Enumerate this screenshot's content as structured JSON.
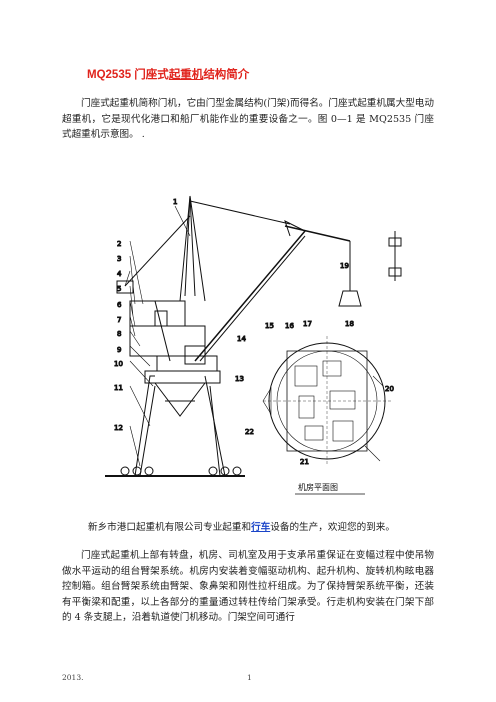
{
  "title": {
    "prefix": "MQ2535 门座式",
    "link": "起重机",
    "suffix": "结构简介"
  },
  "paragraph1": "门座式起重机简称门机，它由门型金属结构(门架)而得名。门座式起重机属大型电动超重机，它是现代化港口和船厂机能作业的重要设备之一。图 0—1 是 MQ2535 门座式超重机示意图。 .",
  "figure": {
    "labels": [
      "1",
      "2",
      "3",
      "4",
      "5",
      "6",
      "7",
      "8",
      "9",
      "10",
      "11",
      "12",
      "13",
      "14",
      "15",
      "16",
      "17",
      "18",
      "19",
      "20",
      "21",
      "22"
    ],
    "plan_caption": "机房平面图"
  },
  "caption": {
    "before": "新乡市港口起重机有限公司专业起重和",
    "link": "行车",
    "after": "设备的生产，欢迎您的到来。"
  },
  "paragraph2": "门座式起重机上部有转盘，机房、司机室及用于支承吊重保证在变幅过程中使吊物做水平运动的组台臂架系统。机房内安装着变幅驱动机构、起升机构、旋转机构眩电器控制箱。组台臂架系统由臂架、象鼻架和刚性拉杆组成。为了保持臂架系统平衡，还装有平衡梁和配重，以上各部分的重量通过转柱传给门架承受。行走机构安装在门架下部的 4 条支腿上，沿着轨道使门机移动。门架空间可通行",
  "footer": {
    "left": "2013.",
    "page": "1"
  }
}
